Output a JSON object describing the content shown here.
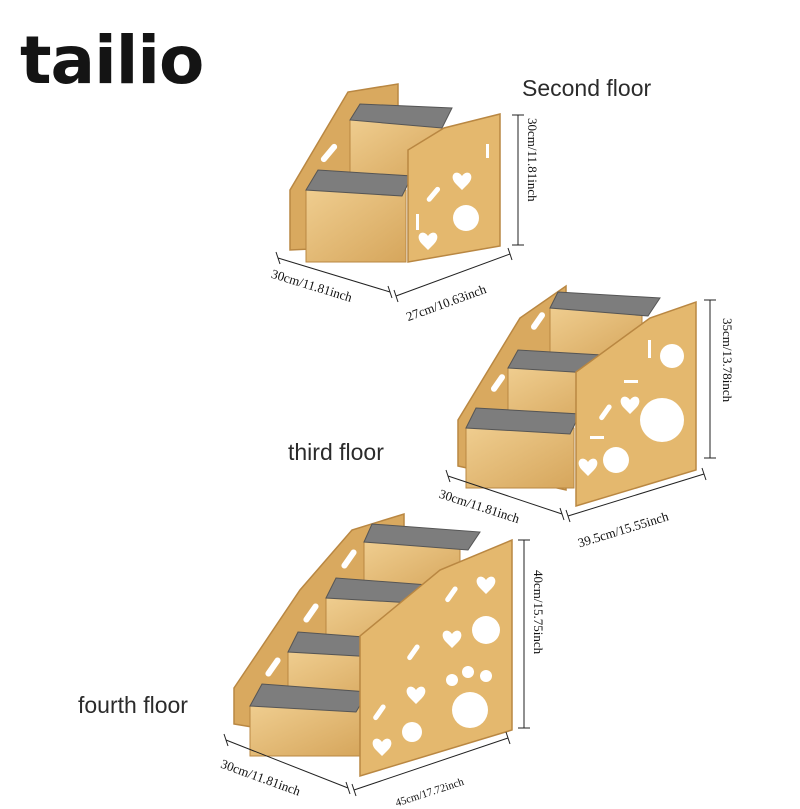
{
  "brand": {
    "name": "tailio"
  },
  "colors": {
    "wood": "#e2b56b",
    "wood_dark": "#c8964d",
    "wood_light": "#efcd8f",
    "carpet": "#7a7a7a",
    "carpet_dark": "#5e5e5e",
    "ink": "#111111"
  },
  "products": [
    {
      "label": "Second floor",
      "height": "30cm/11.81inch",
      "width": "30cm/11.81inch",
      "depth": "27cm/10.63inch",
      "steps": 2
    },
    {
      "label": "third floor",
      "height": "35cm/13.78inch",
      "width": "30cm/11.81inch",
      "depth": "39.5cm/15.55inch",
      "steps": 3
    },
    {
      "label": "fourth floor",
      "height": "40cm/15.75inch",
      "width": "30cm/11.81inch",
      "depth": "45cm/17.72inch",
      "steps": 4
    }
  ]
}
